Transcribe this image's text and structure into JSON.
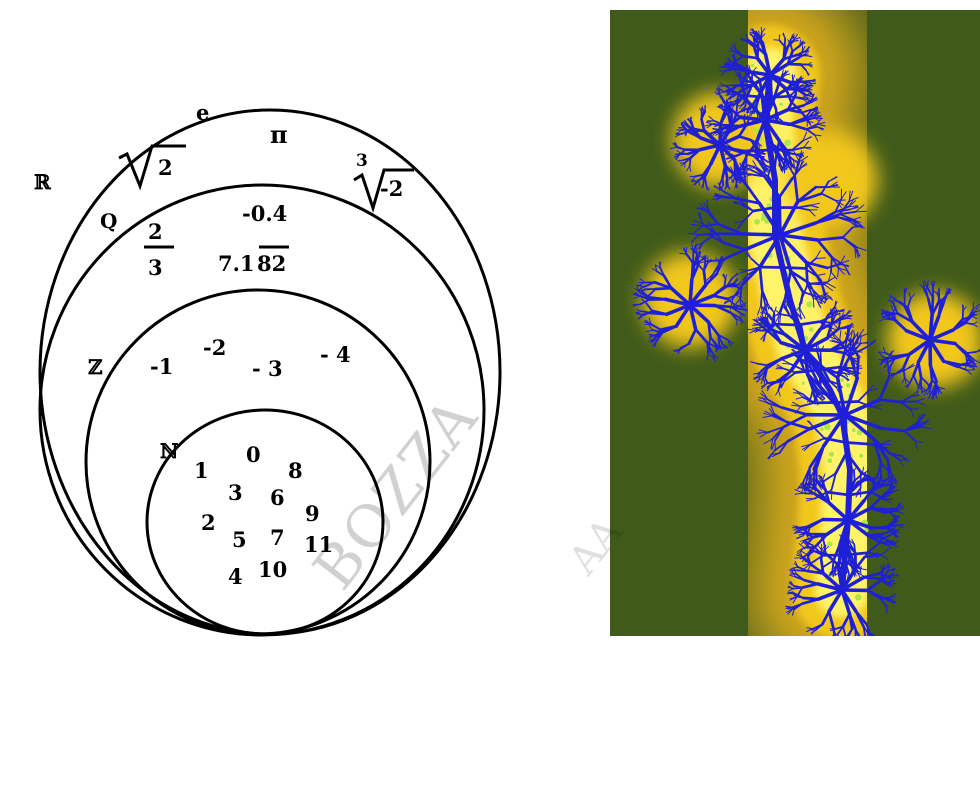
{
  "venn": {
    "sets": {
      "reals": "ℝ",
      "rationals": "Q",
      "integers": "ℤ",
      "naturals": "ℕ"
    },
    "reals_elements": {
      "e": "e",
      "pi": "π",
      "sqrt2_radicand": "2",
      "cbrt_index": "3",
      "cbrt_radicand": "-2"
    },
    "rationals_elements": {
      "frac_num": "2",
      "frac_den": "3",
      "neg_decimal": "-0.4",
      "repeating_prefix": "7.1",
      "repeating_period": "82"
    },
    "integers_elements": [
      "-1",
      "-2",
      "- 3",
      "- 4"
    ],
    "naturals_elements": [
      "1",
      "0",
      "8",
      "3",
      "6",
      "9",
      "2",
      "5",
      "7",
      "11",
      "4",
      "10"
    ]
  },
  "fractal": {
    "colors": {
      "outer": "#3f5a1a",
      "band1": "#6b6d1c",
      "band2": "#9a8a1f",
      "band3": "#c9a21a",
      "band4": "#f2c71a",
      "glow": "#fff36b",
      "core": "#1f1fd6",
      "edge": "#a8e84a"
    }
  },
  "watermark": {
    "text": "BOZZA",
    "text2": "AA"
  }
}
